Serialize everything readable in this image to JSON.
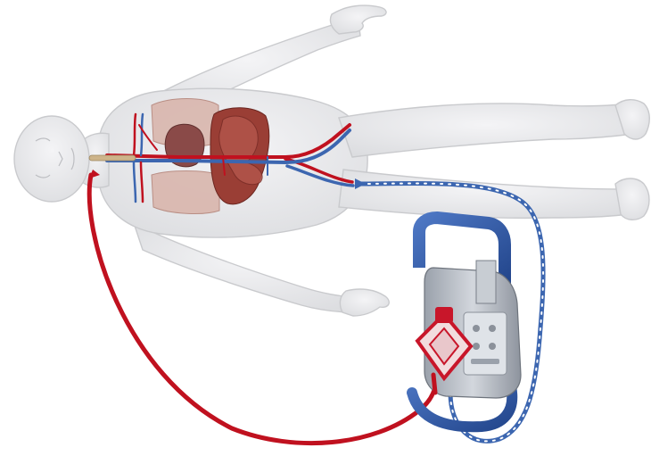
{
  "scene": {
    "subject": "human-body-supine",
    "colors": {
      "background": "#ffffff",
      "body_skin": "#ececee",
      "body_outline": "#c9cacd",
      "lung": "#d9b6ad",
      "heart": "#8a4a48",
      "liver": "#9a3e35",
      "artery_red": "#c0111f",
      "vein_blue": "#3c66b0",
      "device_frame_blue": "#2f59a8",
      "device_body": "#b7bcc4",
      "oxygenator_red": "#c8162a"
    },
    "icons": [
      "ecmo-device",
      "oxygenator",
      "cannula-red",
      "cannula-blue"
    ]
  }
}
